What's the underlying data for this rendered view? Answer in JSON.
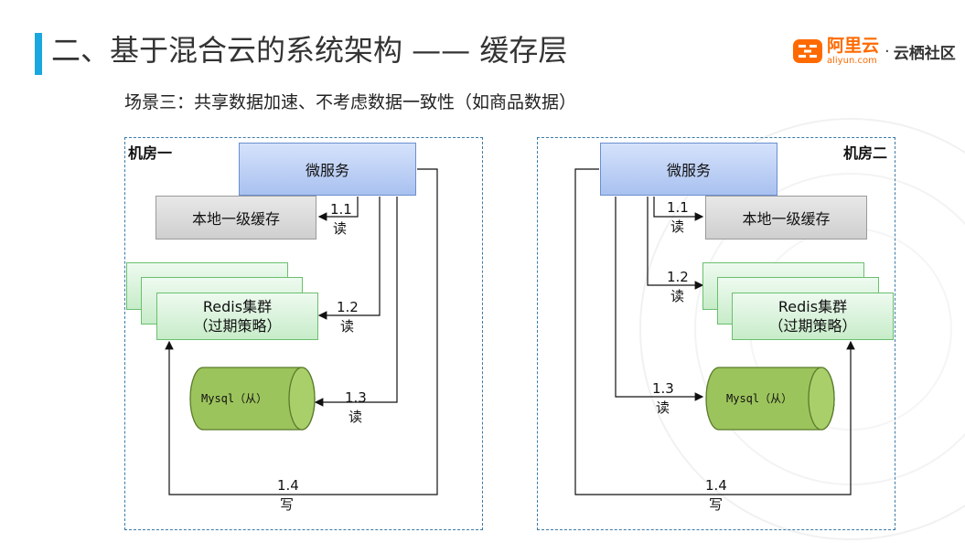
{
  "title": "二、基于混合云的系统架构 —— 缓存层",
  "logo": {
    "brand_cn": "阿里云",
    "brand_en": "aliyun.com",
    "separator": "·",
    "community": "云栖社区"
  },
  "subtitle": "场景三：共享数据加速、不考虑数据一致性（如商品数据）",
  "colors": {
    "accent": "#1aa7e0",
    "brand": "#ff6a00",
    "room_border": "#3a7aa8"
  },
  "rooms": [
    {
      "label": "机房一",
      "service": "微服务",
      "local_cache": "本地一级缓存",
      "redis_line1": "Redis集群",
      "redis_line2": "（过期策略）",
      "mysql": "Mysql（从）",
      "read11_num": "1.1",
      "read11_txt": "读",
      "read12_num": "1.2",
      "read12_txt": "读",
      "read13_num": "1.3",
      "read13_txt": "读",
      "write14_num": "1.4",
      "write14_txt": "写"
    },
    {
      "label": "机房二",
      "service": "微服务",
      "local_cache": "本地一级缓存",
      "redis_line1": "Redis集群",
      "redis_line2": "（过期策略）",
      "mysql": "Mysql（从）",
      "read11_num": "1.1",
      "read11_txt": "读",
      "read12_num": "1.2",
      "read12_txt": "读",
      "read13_num": "1.3",
      "read13_txt": "读",
      "write14_num": "1.4",
      "write14_txt": "写"
    }
  ]
}
